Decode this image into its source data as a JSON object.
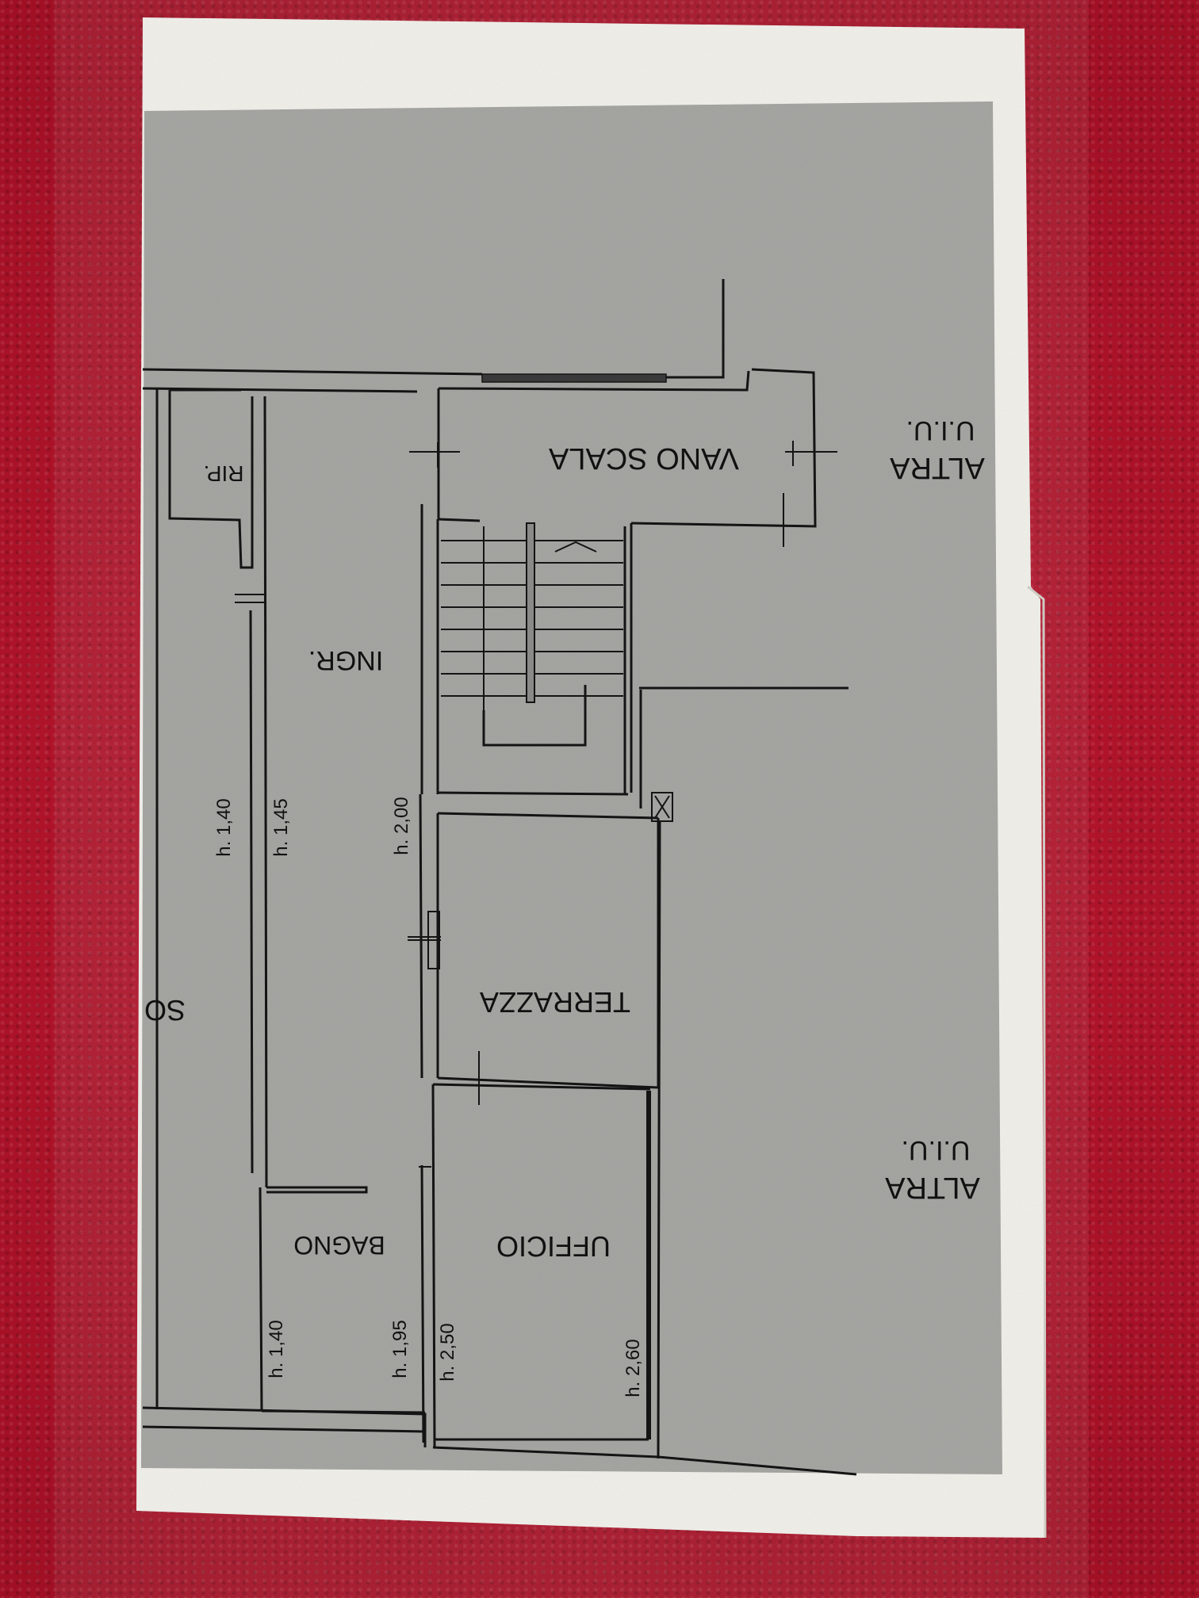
{
  "rooms": {
    "vano_scala": "VANO SCALA",
    "rip": "RIP.",
    "ingr": "INGR.",
    "terrazza": "TERRAZZA",
    "bagno": "BAGNO",
    "ufficio": "UFFICIO"
  },
  "neighbors": {
    "top_line1": "ALTRA",
    "top_line2": "U.I.U.",
    "bottom_line1": "ALTRA",
    "bottom_line2": "U.I.U.",
    "left_fragment": "SO"
  },
  "heights": {
    "h140_left": "h. 1,40",
    "h145": "h. 1,45",
    "h200": "h. 2,00",
    "h140_bagno": "h. 1,40",
    "h195": "h. 1,95",
    "h250": "h. 2,50",
    "h260": "h. 2,60"
  },
  "colors": {
    "surface": "#b2122a",
    "paper": "#f1f0ea",
    "plan_background": "#a6a6a3",
    "line": "#141414"
  }
}
